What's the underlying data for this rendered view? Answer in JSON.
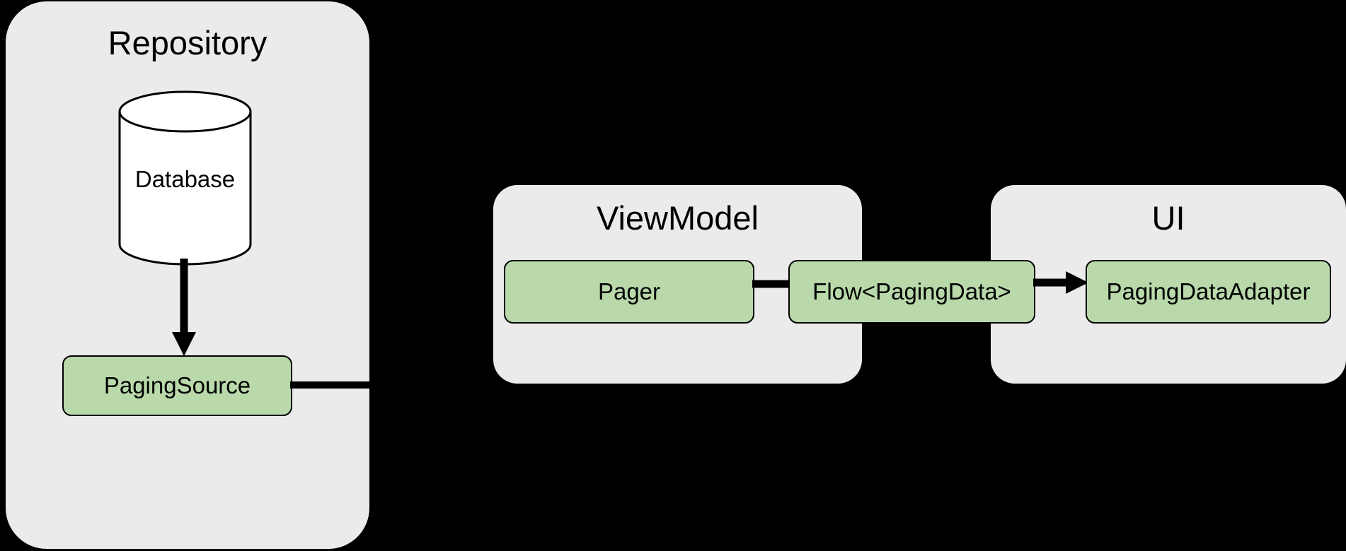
{
  "diagram": {
    "title": "Android Paging library architecture",
    "background_color": "#000000",
    "panel_color": "#ebebeb",
    "node_color": "#b9d9ab",
    "stroke_color": "#000000"
  },
  "panels": {
    "repository": {
      "label": "Repository"
    },
    "viewmodel": {
      "label": "ViewModel"
    },
    "ui": {
      "label": "UI"
    }
  },
  "nodes": {
    "database": {
      "label": "Database",
      "shape": "cylinder"
    },
    "paging_source": {
      "label": "PagingSource",
      "shape": "rounded-rect"
    },
    "pager": {
      "label": "Pager",
      "shape": "rounded-rect"
    },
    "flow": {
      "label": "Flow<PagingData>",
      "shape": "rounded-rect"
    },
    "paging_data_adapter": {
      "label": "PagingDataAdapter",
      "shape": "rounded-rect"
    }
  },
  "edges": [
    {
      "id": "database-to-pagingsource",
      "from": "Database",
      "to": "PagingSource",
      "arrow": "end"
    },
    {
      "id": "pagingsource-to-pager",
      "from": "PagingSource",
      "to": "Pager",
      "arrow": "end"
    },
    {
      "id": "pager-to-flow",
      "from": "Pager",
      "to": "Flow<PagingData>",
      "arrow": "none"
    },
    {
      "id": "flow-to-adapter",
      "from": "Flow<PagingData>",
      "to": "PagingDataAdapter",
      "arrow": "end"
    }
  ]
}
